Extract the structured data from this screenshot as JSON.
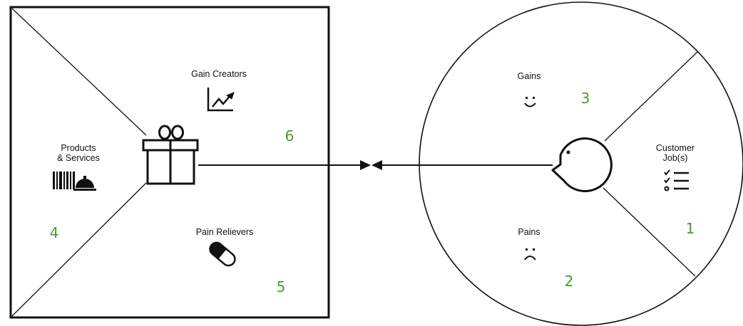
{
  "colors": {
    "stroke": "#111111",
    "number": "#4a9a2a",
    "background": "#ffffff"
  },
  "value_map": {
    "labels": {
      "gain_creators": "Gain Creators",
      "products_services_line1": "Products",
      "products_services_line2": "& Services",
      "pain_relievers": "Pain Relievers"
    },
    "numbers": {
      "gain_creators": "6",
      "products_services": "4",
      "pain_relievers": "5"
    },
    "icons": {
      "product": "gift-icon",
      "gain_creators": "chart-trend-up-icon",
      "products_services": "barcode-cloche-icon",
      "pain_relievers": "pill-icon"
    }
  },
  "customer_profile": {
    "labels": {
      "gains": "Gains",
      "pains": "Pains",
      "jobs_line1": "Customer",
      "jobs_line2": "Job(s)"
    },
    "numbers": {
      "jobs": "1",
      "pains": "2",
      "gains": "3"
    },
    "icons": {
      "customer": "customer-face-icon",
      "gains": "smile-icon",
      "pains": "frown-icon",
      "jobs": "checklist-icon"
    }
  },
  "connector": {
    "icon": "fit-arrows-icon"
  }
}
